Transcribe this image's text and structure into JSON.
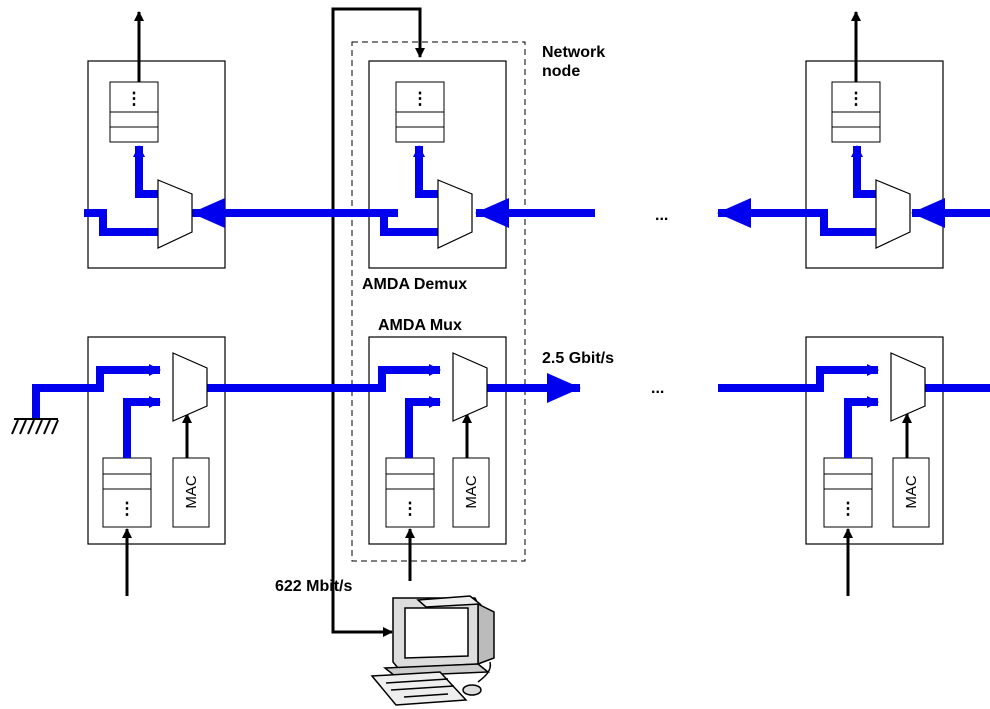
{
  "colors": {
    "signal": "#0000ee",
    "line": "#000000",
    "background": "#ffffff"
  },
  "labels": {
    "network_node": [
      "Network",
      "node"
    ],
    "amda_demux": "AMDA Demux",
    "amda_mux": "AMDA Mux",
    "rate_optical": "2.5 Gbit/s",
    "rate_terminal": "622 Mbit/s",
    "mac": "MAC",
    "continuation": "...",
    "queue_dots": "⋮"
  },
  "icons": [
    "arrow-up-icon",
    "ground-icon",
    "computer-terminal-icon",
    "multiplexer-icon",
    "demultiplexer-icon",
    "queue-icon"
  ]
}
